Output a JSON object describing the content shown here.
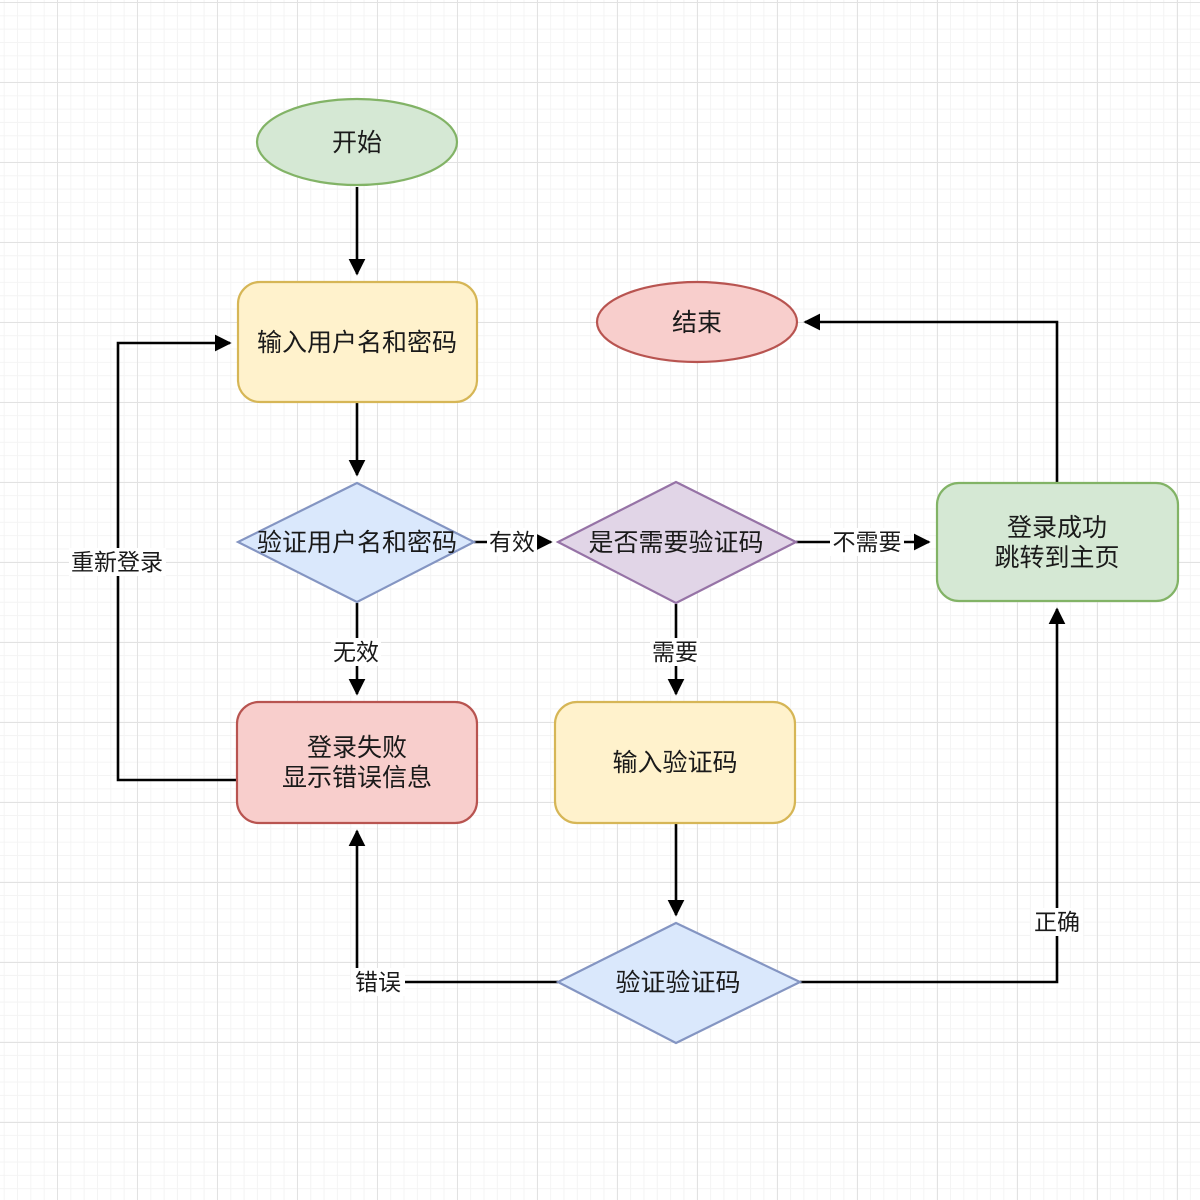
{
  "diagram": {
    "type": "flowchart",
    "nodes": {
      "start": {
        "shape": "ellipse",
        "label": "开始"
      },
      "input_credentials": {
        "shape": "rounded-rect",
        "label": "输入用户名和密码"
      },
      "verify_credentials": {
        "shape": "diamond",
        "label": "验证用户名和密码"
      },
      "need_captcha": {
        "shape": "diamond",
        "label": "是否需要验证码"
      },
      "login_success": {
        "shape": "rounded-rect",
        "label_lines": [
          "登录成功",
          "跳转到主页"
        ]
      },
      "end": {
        "shape": "ellipse",
        "label": "结束"
      },
      "login_failed": {
        "shape": "rounded-rect",
        "label_lines": [
          "登录失败",
          "显示错误信息"
        ]
      },
      "input_captcha": {
        "shape": "rounded-rect",
        "label": "输入验证码"
      },
      "verify_captcha": {
        "shape": "diamond",
        "label": "验证验证码"
      }
    },
    "edges": [
      {
        "from": "start",
        "to": "input_credentials",
        "label": ""
      },
      {
        "from": "input_credentials",
        "to": "verify_credentials",
        "label": ""
      },
      {
        "from": "verify_credentials",
        "to": "need_captcha",
        "label": "有效"
      },
      {
        "from": "need_captcha",
        "to": "login_success",
        "label": "不需要"
      },
      {
        "from": "verify_credentials",
        "to": "login_failed",
        "label": "无效"
      },
      {
        "from": "need_captcha",
        "to": "input_captcha",
        "label": "需要"
      },
      {
        "from": "input_captcha",
        "to": "verify_captcha",
        "label": ""
      },
      {
        "from": "verify_captcha",
        "to": "login_failed",
        "label": "错误"
      },
      {
        "from": "verify_captcha",
        "to": "login_success",
        "label": "正确"
      },
      {
        "from": "login_success",
        "to": "end",
        "label": ""
      },
      {
        "from": "login_failed",
        "to": "input_credentials",
        "label": "重新登录"
      }
    ],
    "colors": {
      "green_fill": "#d5e8d4",
      "green_stroke": "#82b366",
      "yellow_fill": "#fff2cc",
      "yellow_stroke": "#d6b656",
      "blue_fill": "#dae8fc",
      "blue_stroke": "#8495c2",
      "purple_fill": "#e1d5e7",
      "purple_stroke": "#9673a6",
      "red_fill": "#f8cecc",
      "red_stroke": "#b85450",
      "edge_line": "#000000"
    }
  }
}
